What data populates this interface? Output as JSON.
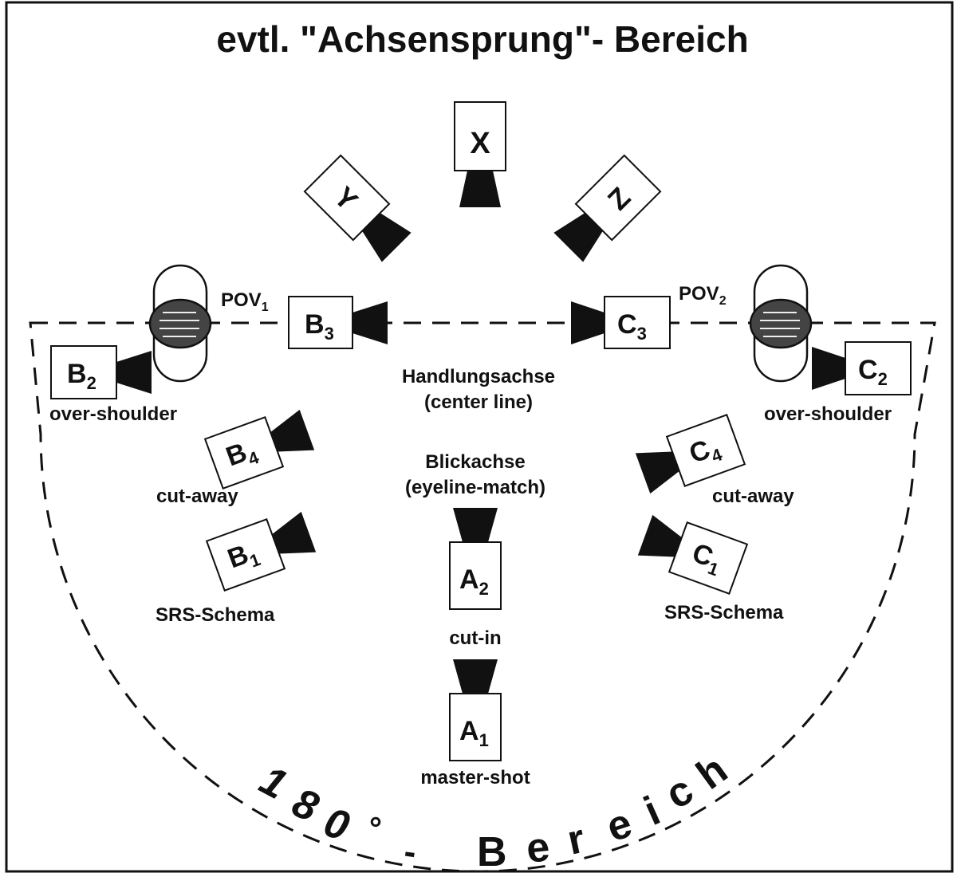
{
  "title": "evtl. \"Achsensprung\"- Bereich",
  "arc_label": "180°-Bereich",
  "arc_chars": [
    "1",
    "8",
    "0",
    "°",
    "-",
    "B",
    "e",
    "r",
    "e",
    "i",
    "c",
    "h"
  ],
  "cameras": {
    "x": {
      "main": "X",
      "sub": ""
    },
    "y": {
      "main": "Y",
      "sub": ""
    },
    "z": {
      "main": "Z",
      "sub": ""
    },
    "b1": {
      "main": "B",
      "sub": "1"
    },
    "b2": {
      "main": "B",
      "sub": "2"
    },
    "b3": {
      "main": "B",
      "sub": "3"
    },
    "b4": {
      "main": "B",
      "sub": "4"
    },
    "c1": {
      "main": "C",
      "sub": "1"
    },
    "c2": {
      "main": "C",
      "sub": "2"
    },
    "c3": {
      "main": "C",
      "sub": "3"
    },
    "c4": {
      "main": "C",
      "sub": "4"
    },
    "a1": {
      "main": "A",
      "sub": "1"
    },
    "a2": {
      "main": "A",
      "sub": "2"
    }
  },
  "labels": {
    "pov1": {
      "main": "POV",
      "sub": "1"
    },
    "pov2": {
      "main": "POV",
      "sub": "2"
    },
    "handlungsachse": "Handlungsachse",
    "center_line": "(center  line)",
    "blickachse": "Blickachse",
    "eyeline": "(eyeline-match)",
    "over_shoulder_left": "over-shoulder",
    "over_shoulder_right": "over-shoulder",
    "cut_away_left": "cut-away",
    "cut_away_right": "cut-away",
    "srs_left": "SRS-Schema",
    "srs_right": "SRS-Schema",
    "cut_in": "cut-in",
    "master_shot": "master-shot"
  }
}
